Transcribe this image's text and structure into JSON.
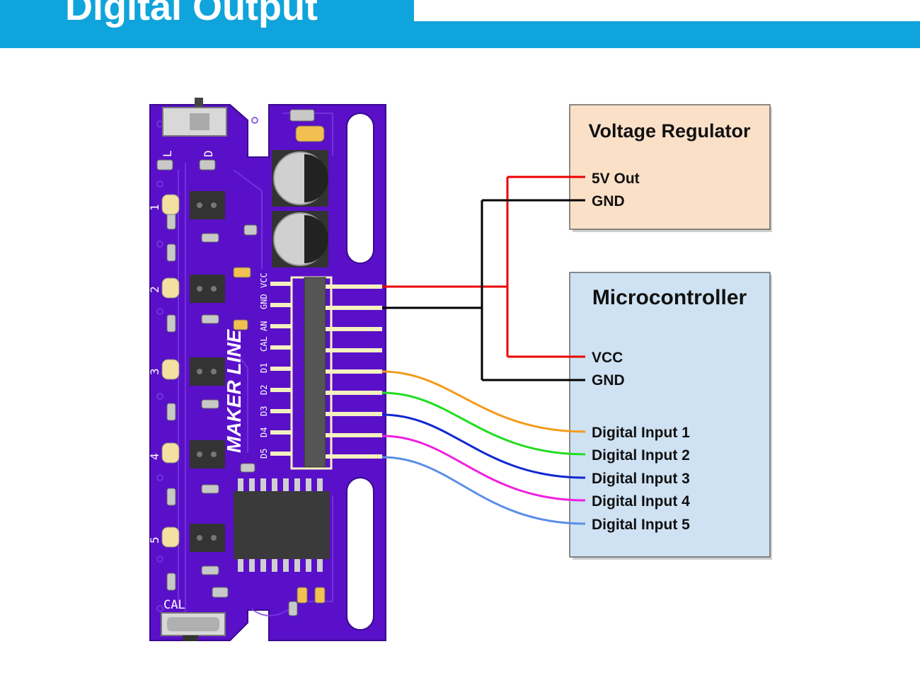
{
  "title": "Digital Output",
  "colors": {
    "header": "#10a4dc",
    "pcb": "#5a10c8",
    "regulator_fill": "#fbe0c8",
    "mcu_fill": "#cfe2f3",
    "wire_5v": "#ee0000",
    "wire_gnd": "#000000",
    "wire_d1": "#f59a1a",
    "wire_d2": "#22dd22",
    "wire_d3": "#1028d0",
    "wire_d4": "#f020e0",
    "wire_d5": "#5b8ee6"
  },
  "board": {
    "brand": "MAKER LINE",
    "pin_labels": [
      "VCC",
      "GND",
      "AN",
      "CAL",
      "D1",
      "D2",
      "D3",
      "D4",
      "D5"
    ],
    "sensor_numbers": [
      "1",
      "2",
      "3",
      "4",
      "5"
    ],
    "switch_labels": {
      "left": "L",
      "right": "D"
    },
    "cal_label": "CAL"
  },
  "regulator": {
    "title": "Voltage Regulator",
    "pins": [
      "5V Out",
      "GND"
    ]
  },
  "microcontroller": {
    "title": "Microcontroller",
    "power_pins": [
      "VCC",
      "GND"
    ],
    "digital_inputs": [
      "Digital Input 1",
      "Digital Input 2",
      "Digital Input 3",
      "Digital Input 4",
      "Digital Input 5"
    ]
  }
}
